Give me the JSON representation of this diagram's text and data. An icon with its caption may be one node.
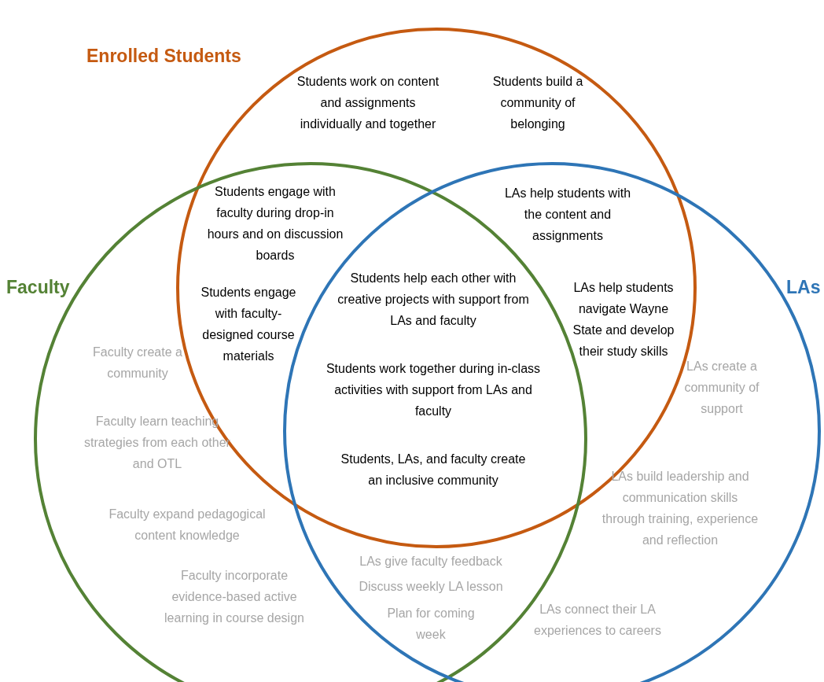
{
  "diagram": {
    "nodes": [
      {
        "text": [
          "Enrolled Students"
        ]
      },
      {
        "text": [
          "Faculty"
        ]
      },
      {
        "text": [
          "LAs"
        ]
      }
    ],
    "labels": [
      "Students work on content and assignments individually and together",
      "Students build a community of belonging",
      "Students engage with faculty during drop-in hours and on discussion boards",
      "LAs help students with the content and assignments",
      "Students engage with faculty-designed course materials",
      "Students help each other with creative projects with support from LAs and faculty",
      "LAs help students navigate Wayne State and develop their study skills",
      "Students work together during in-class activities with support from LAs and faculty",
      "Faculty create a community",
      "LAs create a community of support",
      "Faculty learn teaching strategies from each other and OTL",
      "Students, LAs, and faculty create an inclusive community",
      "LAs build leadership and communication skills through training, experience and reflection",
      "Faculty expand pedagogical content knowledge",
      "LAs give faculty feedback",
      "Discuss weekly LA lesson",
      "Faculty incorporate evidence-based active learning in course design",
      "Plan for coming week",
      "LAs connect their LA experiences to careers"
    ]
  }
}
